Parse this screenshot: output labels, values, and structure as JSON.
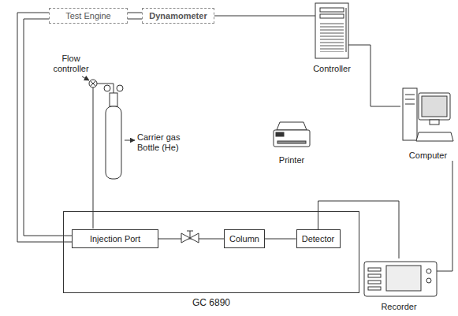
{
  "diagram": {
    "nodes": [
      {
        "text": [
          "Test Engine"
        ]
      },
      {
        "text": [
          "Dynamometer"
        ]
      },
      {
        "text": [
          "Controller"
        ]
      },
      {
        "text": [
          "Printer"
        ]
      },
      {
        "text": [
          "Computer"
        ]
      },
      {
        "text": [
          "Recorder"
        ]
      },
      {
        "text": [
          "GC 6890"
        ]
      },
      {
        "text": [
          "Injection Port"
        ],
        "in": 6
      },
      {
        "text": [
          "Column"
        ],
        "in": 6
      },
      {
        "text": [
          "Detector"
        ],
        "in": 6
      }
    ],
    "edges": [
      {
        "from": 0,
        "to": 1,
        "arrow": "none"
      },
      {
        "from": 1,
        "to": 2,
        "arrow": "none"
      },
      {
        "from": 2,
        "to": 4,
        "arrow": "none"
      },
      {
        "from": 0,
        "to": 7,
        "arrow": "none"
      },
      {
        "from": 7,
        "to": 8,
        "arrow": "none"
      },
      {
        "from": 8,
        "to": 9,
        "arrow": "none"
      },
      {
        "from": 9,
        "to": 5,
        "arrow": "none"
      },
      {
        "from": 5,
        "to": 4,
        "arrow": "none"
      }
    ],
    "labels": [
      "Flow controller",
      "Carrier gas Bottle (He)"
    ]
  }
}
